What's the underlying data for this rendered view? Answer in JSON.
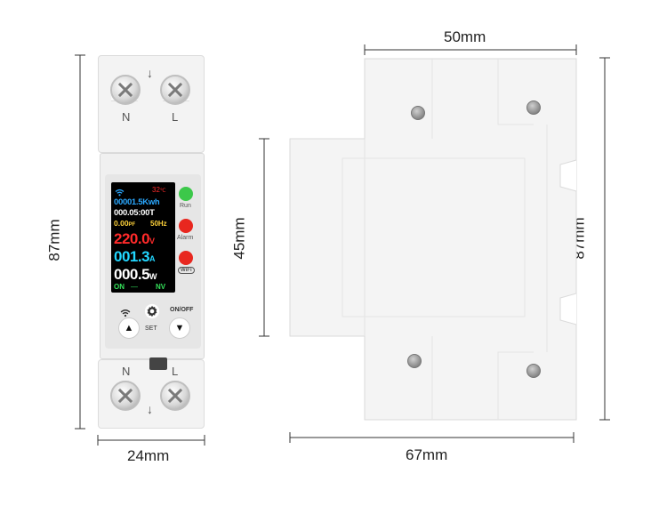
{
  "dimensions": {
    "front_width": "24mm",
    "front_height": "87mm",
    "side_top_width": "50mm",
    "side_mid_height": "45mm",
    "side_height": "87mm",
    "side_bottom_width": "67mm"
  },
  "terminals": {
    "top_n": "N",
    "top_l": "L",
    "bottom_n": "N",
    "bottom_l": "L",
    "top_arrow": "↓",
    "bottom_arrow": "↓"
  },
  "display": {
    "temperature": "32",
    "temperature_unit": "℃",
    "energy": "00001.5Kwh",
    "time": "000.05:00T",
    "power_factor": "0.00",
    "pf_unit": "PF",
    "frequency": "50Hz",
    "voltage": "220.0",
    "voltage_unit": "V",
    "current": "001.3",
    "current_unit": "A",
    "power": "000.5",
    "power_unit": "W",
    "status_on": "ON",
    "status_dash": "—",
    "status_nv": "NV"
  },
  "leds": {
    "run_label": "Run",
    "alarm_label": "Alarm",
    "wifi_label": "WiFi",
    "run_color": "#3cc84a",
    "alarm_color": "#e8271f",
    "wifi_color": "#e8271f"
  },
  "controls": {
    "set_label": "SET",
    "onoff_label": "ON/OFF"
  },
  "colors": {
    "lcd_blue": "#2aa8ff",
    "lcd_red": "#ff2a2a",
    "lcd_green": "#34e05a",
    "lcd_cyan": "#22d6ff",
    "lcd_white": "#ffffff",
    "lcd_yellow": "#ffd23a"
  }
}
